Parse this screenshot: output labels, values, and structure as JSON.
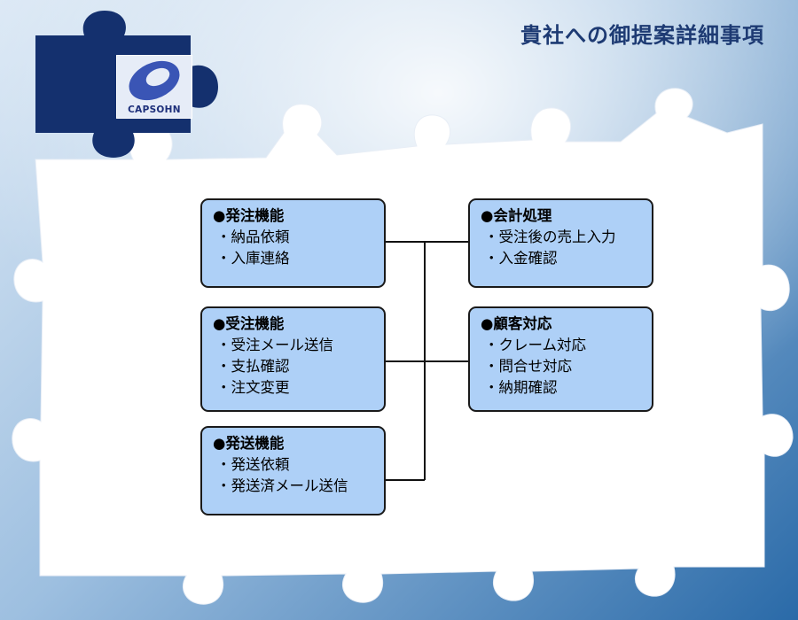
{
  "slide": {
    "title": "貴社への御提案詳細事項",
    "logo_text": "CAPSOHN"
  },
  "colors": {
    "title": "#1d3a73",
    "box_fill": "#aed0f7",
    "box_border": "#1a1a1a",
    "puzzle_dark": "#14306e",
    "background_blue": "#2a6aa8"
  },
  "icons": {
    "logo": "capsohn-logo-icon",
    "puzzle_piece": "puzzle-piece-icon"
  },
  "boxes": [
    {
      "heading": "●発注機能",
      "items": [
        "納品依頼",
        "入庫連絡"
      ]
    },
    {
      "heading": "●受注機能",
      "items": [
        "受注メール送信",
        "支払確認",
        "注文変更"
      ]
    },
    {
      "heading": "●発送機能",
      "items": [
        "発送依頼",
        "発送済メール送信"
      ]
    },
    {
      "heading": "●会計処理",
      "items": [
        "受注後の売上入力",
        "入金確認"
      ]
    },
    {
      "heading": "●顧客対応",
      "items": [
        "クレーム対応",
        "問合せ対応",
        "納期確認"
      ]
    }
  ]
}
